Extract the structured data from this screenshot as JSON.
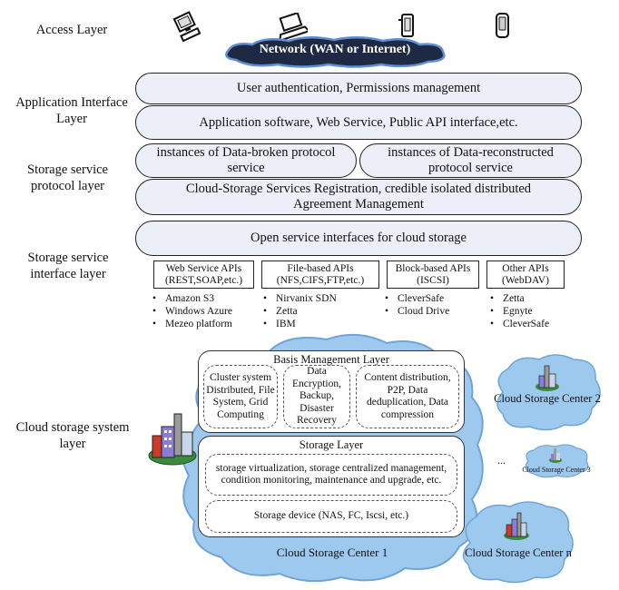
{
  "layers": {
    "access": "Access Layer",
    "app_interface": "Application Interface Layer",
    "protocol": "Storage service protocol layer",
    "interface": "Storage service interface layer",
    "cloud_system": "Cloud storage system layer"
  },
  "network": "Network (WAN or Internet)",
  "app": {
    "auth": "User authentication, Permissions management",
    "software": "Application software, Web Service, Public API interface,etc."
  },
  "protocol": {
    "broken": "instances of Data-broken protocol service",
    "reconstructed": "instances of Data-reconstructed protocol service",
    "registration": "Cloud-Storage Services Registration, credible isolated distributed Agreement Management"
  },
  "open_interfaces": "Open service interfaces for cloud storage",
  "apis": [
    {
      "title": "Web Service APIs (REST,SOAP,etc.)",
      "items": [
        "Amazon S3",
        "Windows Azure",
        "Mezeo platform"
      ]
    },
    {
      "title": "File-based APIs (NFS,CIFS,FTP,etc.)",
      "items": [
        "Nirvanix SDN",
        "Zetta",
        "IBM"
      ]
    },
    {
      "title": "Block-based APIs (ISCSI)",
      "items": [
        "CleverSafe",
        "Cloud Drive"
      ]
    },
    {
      "title": "Other APIs (WebDAV)",
      "items": [
        "Zetta",
        "Egnyte",
        "CleverSafe"
      ]
    }
  ],
  "basis": {
    "title": "Basis Management Layer",
    "cluster": "Cluster system Distributed, File System, Grid Computing",
    "encryption": "Data Encryption, Backup, Disaster Recovery",
    "content": "Content distribution, P2P, Data deduplication, Data compression"
  },
  "storage": {
    "title": "Storage Layer",
    "virtualization": "storage virtualization, storage centralized management, condition monitoring, maintenance and upgrade, etc.",
    "device": "Storage device (NAS, FC, Iscsi, etc.)"
  },
  "centers": {
    "c1": "Cloud Storage Center 1",
    "c2": "Cloud Storage Center 2",
    "c3": "Cloud Storage Center 3",
    "cn": "Cloud Storage Center n",
    "ellipsis": "..."
  },
  "colors": {
    "pill_fill": "#eceef8",
    "cloud_fill": "#9ec9ee",
    "cloud_stroke": "#6fa4d6",
    "network_fill": "#1e2a44"
  }
}
